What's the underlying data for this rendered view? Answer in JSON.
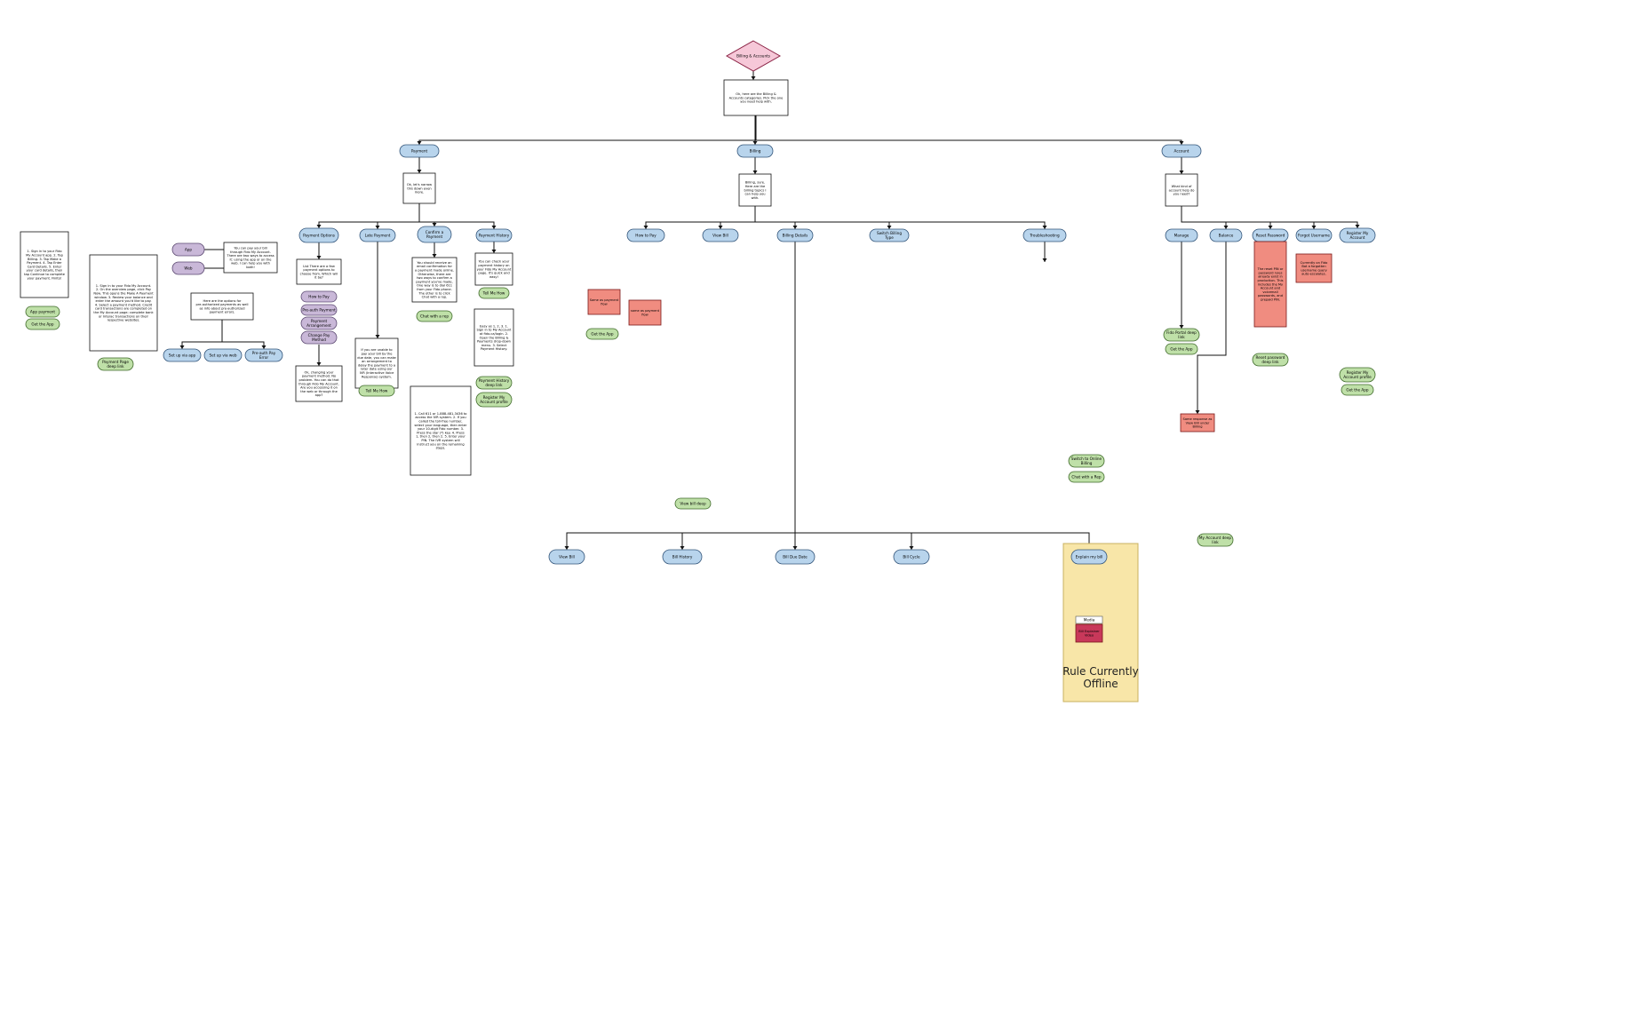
{
  "nodes": {
    "root": {
      "label": "Billing & Accounts",
      "kind": "start"
    },
    "intro": {
      "text": "Ok, here are the Billing & Accounts categories. Pick the one you need help with.",
      "kind": "box"
    },
    "payment": {
      "label": "Payment",
      "kind": "option"
    },
    "billing": {
      "label": "Billing",
      "kind": "option"
    },
    "account": {
      "label": "Account",
      "kind": "option"
    },
    "payment_q": {
      "text": "Ok, let's narrow this down even more.",
      "kind": "box"
    },
    "billing_q": {
      "text": "Billing, sure. Here are the billing topics I can help you with.",
      "kind": "box"
    },
    "account_q": {
      "text": "What kind of account help do you need?",
      "kind": "box"
    },
    "pay_options": {
      "label": "Payment Options",
      "kind": "option"
    },
    "late_payment": {
      "label": "Late Payment",
      "kind": "option"
    },
    "confirm_payment": {
      "label": "Confirm a Payment",
      "kind": "option"
    },
    "payment_history": {
      "label": "Payment History",
      "kind": "option"
    },
    "how_to_pay": {
      "label": "How to Pay",
      "kind": "option"
    },
    "view_bill_top": {
      "label": "View Bill",
      "kind": "option"
    },
    "billing_details": {
      "label": "Billing Details",
      "kind": "option"
    },
    "switch_billing": {
      "label": "Switch Billing Type",
      "kind": "option"
    },
    "troubleshooting": {
      "label": "Troubleshooting",
      "kind": "option"
    },
    "manage": {
      "label": "Manage",
      "kind": "option"
    },
    "balance": {
      "label": "Balance",
      "kind": "option"
    },
    "reset_password": {
      "label": "Reset Password",
      "kind": "option"
    },
    "forgot_username": {
      "label": "Forgot Username",
      "kind": "option"
    },
    "register_account": {
      "label": "Register My Account",
      "kind": "option"
    },
    "app_pay_left": {
      "label": "App",
      "kind": "choice"
    },
    "web_pay_left": {
      "label": "Web",
      "kind": "choice"
    },
    "steps_app_pay": {
      "text": "1. Sign in to your Fido My Account app. 2. Tap Billing. 3. Tap Make a Payment. 4. Tap Enter Card Details. 5. Enter your card details, then tap Continue to complete your payment. Finito!",
      "kind": "box"
    },
    "steps_web_pay": {
      "text": "1. Sign in to your Fido My Account. 2. On the overview page, click Pay Now. This opens the Make A Payment window. 3. Review your balance and enter the amount you'd like to pay. 4. Select a payment method. Credit card transactions are completed on the My Account page; complete bank or Interac transactions on their respective websites.",
      "kind": "box"
    },
    "pay_ways_box": {
      "text": "You can pay your bill through Fido My Account. There are two ways to access it: using the app or on the web. I can help you with both!",
      "kind": "box"
    },
    "pay_list_box": {
      "text": "List There are a few payment options to choose from. Which will it be?",
      "kind": "box"
    },
    "how_to_pay_opt": {
      "label": "How to Pay",
      "kind": "choice"
    },
    "pre_auth_opt": {
      "label": "Pre-auth Payment",
      "kind": "choice"
    },
    "pay_arrangement": {
      "label": "Payment Arrangement",
      "kind": "choice"
    },
    "change_method": {
      "label": "Change Pay Method",
      "kind": "choice"
    },
    "pre_auth_box": {
      "text": "Here are the options for pre-authorized payments as well as info about pre-authorized payment errors.",
      "kind": "box"
    },
    "setup_app": {
      "label": "Set up via app",
      "kind": "option"
    },
    "setup_web": {
      "label": "Set up via web",
      "kind": "option"
    },
    "pre_auth_error": {
      "label": "Pre-auth Pay Error",
      "kind": "option"
    },
    "change_method_box": {
      "text": "Ok, changing your payment method. No problem. You can do that through Fido My Account. Are you accessing it on the web or through the app?",
      "kind": "box"
    },
    "late_box": {
      "text": "If you are unable to pay your bill by the due date, you can make an arrangement to delay the payment to a later date using our IVR (Interactive Voice Response) system.",
      "kind": "box"
    },
    "ivr_steps": {
      "text": "1. Call 611 or 1-888-481-3436 to access the IVR system. 2. If you called the toll-free number, select your language, then enter your 10-digit Fido number. 3. Press the star (*) key. 4. Press 1, then 2, then 2. 5. Enter your PIN. The IVR system will instruct you on the remaining steps.",
      "kind": "box"
    },
    "confirm_box": {
      "text": "You should receive an email confirmation for a payment made online. Otherwise, there are two ways to confirm a payment you've made. One way is to dial 611 from your Fido phone. The other is to click Chat with a rep.",
      "kind": "box"
    },
    "history_box": {
      "text": "You can check your payment history on your Fido My Account page. It's quick and easy!",
      "kind": "box"
    },
    "history_steps": {
      "text": "Easy as 1, 2, 3. 1. Sign in to My Account at fido.ca/login. 2. Open the Billing & Payments drop-down menu. 3. Select Payment History.",
      "kind": "box"
    },
    "main_view_bill": {
      "label": "View Bill",
      "kind": "option"
    },
    "main_bill_history": {
      "label": "Bill History",
      "kind": "option"
    },
    "main_bill_due": {
      "label": "Bill Due Date",
      "kind": "option"
    },
    "main_bill_cycle": {
      "label": "Bill Cycle",
      "kind": "option"
    },
    "main_explain": {
      "label": "Explain my bill",
      "kind": "option"
    },
    "offline_label": "Rule Currently Offline",
    "btn_app_payment": {
      "label": "App payment deep link",
      "kind": "terminal"
    },
    "btn_get_app_1": {
      "label": "Get the App",
      "kind": "terminal"
    },
    "btn_payment_page": {
      "label": "Payment Page deep link",
      "kind": "terminal"
    },
    "btn_tell_me_how": {
      "label": "Tell Me How",
      "kind": "terminal"
    },
    "btn_chat_rep_1": {
      "label": "Chat with a rep",
      "kind": "terminal"
    },
    "btn_tell_me_history": {
      "label": "Tell Me How",
      "kind": "terminal"
    },
    "btn_payment_history_link": {
      "label": "Payment History deep link",
      "kind": "terminal"
    },
    "btn_register_profile_1": {
      "label": "Register My Account profile deep link",
      "kind": "terminal"
    },
    "btn_view_bill_deep": {
      "label": "View bill deep link",
      "kind": "terminal"
    },
    "btn_get_app_center": {
      "label": "Get the App",
      "kind": "terminal"
    },
    "btn_fido_portal": {
      "label": "Fido Portal deep link",
      "kind": "terminal"
    },
    "btn_get_app_right": {
      "label": "Get the App",
      "kind": "terminal"
    },
    "btn_reset_pw": {
      "label": "Reset password deep link",
      "kind": "terminal"
    },
    "btn_register_right": {
      "label": "Register My Account profile deep link",
      "kind": "terminal"
    },
    "btn_get_app_far": {
      "label": "Get the App",
      "kind": "terminal"
    },
    "btn_online_billing": {
      "label": "Switch to Online Billing",
      "kind": "terminal"
    },
    "btn_chat_rep_2": {
      "label": "Chat with a Rep",
      "kind": "terminal"
    },
    "btn_my_account_deep": {
      "label": "My Account deep link",
      "kind": "terminal"
    },
    "alert_same_payment": {
      "text": "Same as payment flow",
      "kind": "alert"
    },
    "alert_same_payment_2": {
      "text": "same as payment flow",
      "kind": "alert"
    },
    "alert_reset_pw": {
      "text": "The reset PIN or password rules already exist in production. This includes the My Account and voicemail passwords, and prepaid PIN.",
      "kind": "alert"
    },
    "alert_forgot_user": {
      "text": "Currently on Fido Bot a forgotten username query auto-escalates.",
      "kind": "alert"
    },
    "alert_view_balance": {
      "text": "Same response as View Bill under Billing",
      "kind": "alert"
    },
    "media_template": {
      "label": "Media template",
      "kind": "note"
    },
    "media_video": {
      "label": "Bill Explainer Video",
      "kind": "alert"
    }
  },
  "colors": {
    "option_fill": "#b8d4ec",
    "choice_fill": "#c9b8d8",
    "terminal_fill": "#bfe0a8",
    "alert_fill": "#f08c80",
    "start_fill": "#f6c8d8",
    "offline_fill": "#f8e6a8",
    "video_fill": "#c8385a",
    "red_text": "#d0202a"
  }
}
